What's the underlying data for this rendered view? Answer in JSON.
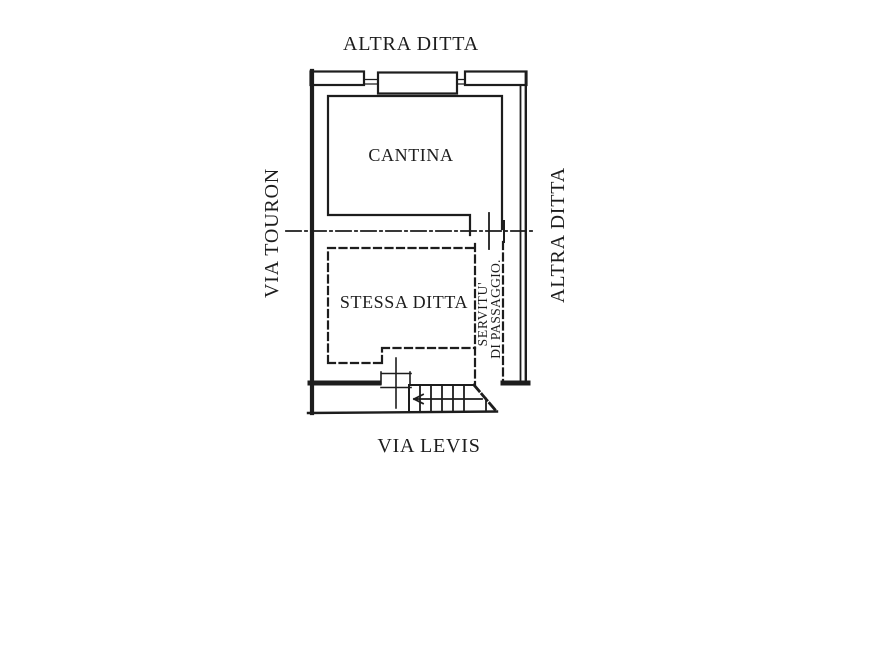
{
  "colors": {
    "ink": "#1d1d1d",
    "paper": "#ffffff"
  },
  "neighbors": {
    "top": "ALTRA DITTA",
    "right": "ALTRA DITTA"
  },
  "streets": {
    "left": "VIA TOURON",
    "bottom": "VIA LEVIS"
  },
  "rooms": {
    "upper": "CANTINA",
    "lower": "STESSA DITTA"
  },
  "easement": {
    "line1": "SERVITU'",
    "line2": "DI PASSAGGIO."
  }
}
